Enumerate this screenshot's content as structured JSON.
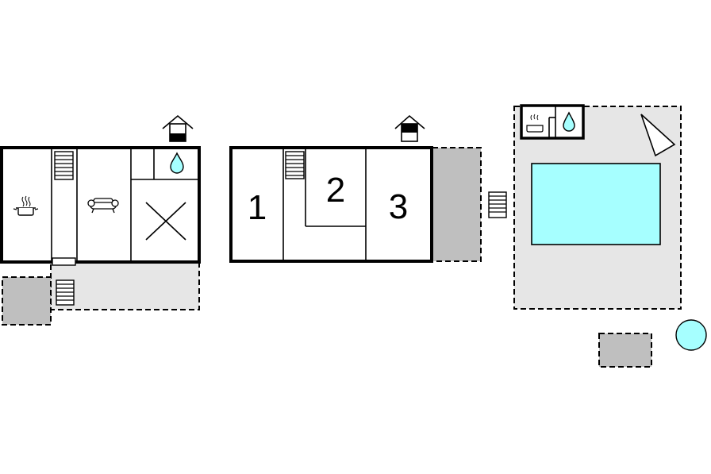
{
  "floor_plan": {
    "rooms": {
      "room_1": "1",
      "room_2": "2",
      "room_3": "3"
    },
    "colors": {
      "outdoor_area": "#e6e6e6",
      "parking_area": "#bfbfbf",
      "pool": "#a6ffff",
      "walls": "#000000"
    },
    "icons": [
      "kitchen-pot-icon",
      "sofa-icon",
      "water-drop-icon",
      "house-entrance-icon",
      "stairs-icon",
      "pool-icon",
      "bathtub-icon",
      "sun-lounger-icon"
    ]
  }
}
